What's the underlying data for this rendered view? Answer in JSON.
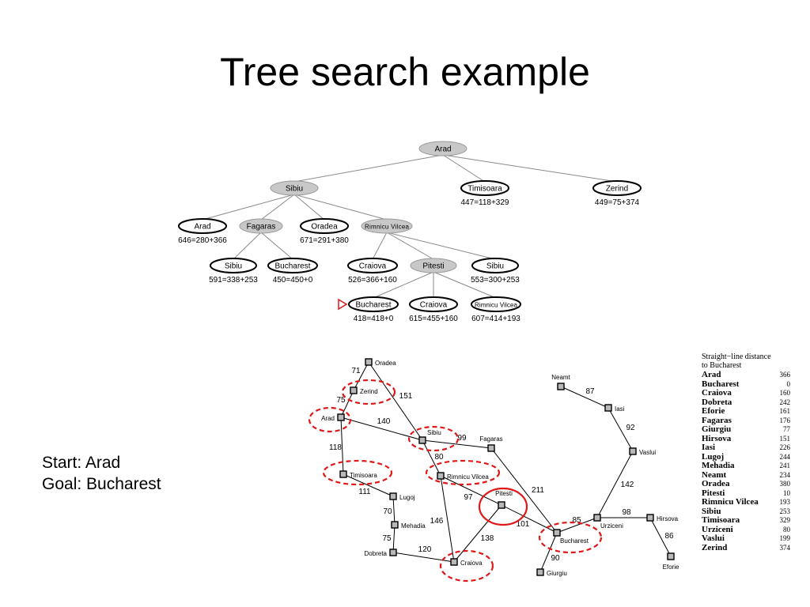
{
  "slide": {
    "title": "Tree search example",
    "start_label": "Start: Arad",
    "goal_label": "Goal: Bucharest"
  },
  "tree": {
    "nodes": [
      {
        "id": "t-arad",
        "label": "Arad",
        "expanded": true
      },
      {
        "id": "t-sibiu",
        "label": "Sibiu",
        "expanded": true
      },
      {
        "id": "t-timisoara",
        "label": "Timisoara",
        "expanded": false,
        "f": "447=118+329"
      },
      {
        "id": "t-zerind",
        "label": "Zerind",
        "expanded": false,
        "f": "449=75+374"
      },
      {
        "id": "t-arad2",
        "label": "Arad",
        "expanded": false,
        "f": "646=280+366"
      },
      {
        "id": "t-fagaras",
        "label": "Fagaras",
        "expanded": true
      },
      {
        "id": "t-oradea",
        "label": "Oradea",
        "expanded": false,
        "f": "671=291+380"
      },
      {
        "id": "t-rimnicu",
        "label": "Rimnicu Vilcea",
        "expanded": true
      },
      {
        "id": "t-sibiu2",
        "label": "Sibiu",
        "expanded": false,
        "f": "591=338+253"
      },
      {
        "id": "t-bucharest1",
        "label": "Bucharest",
        "expanded": false,
        "f": "450=450+0"
      },
      {
        "id": "t-craiova1",
        "label": "Craiova",
        "expanded": false,
        "f": "526=366+160"
      },
      {
        "id": "t-pitesti",
        "label": "Pitesti",
        "expanded": true
      },
      {
        "id": "t-sibiu3",
        "label": "Sibiu",
        "expanded": false,
        "f": "553=300+253"
      },
      {
        "id": "t-bucharest2",
        "label": "Bucharest",
        "expanded": false,
        "f": "418=418+0",
        "marked": true
      },
      {
        "id": "t-craiova2",
        "label": "Craiova",
        "expanded": false,
        "f": "615=455+160"
      },
      {
        "id": "t-rimnicu2",
        "label": "Rimnicu Vilcea",
        "expanded": false,
        "f": "607=414+193"
      }
    ],
    "edges": [
      [
        "t-arad",
        "t-sibiu"
      ],
      [
        "t-arad",
        "t-timisoara"
      ],
      [
        "t-arad",
        "t-zerind"
      ],
      [
        "t-sibiu",
        "t-arad2"
      ],
      [
        "t-sibiu",
        "t-fagaras"
      ],
      [
        "t-sibiu",
        "t-oradea"
      ],
      [
        "t-sibiu",
        "t-rimnicu"
      ],
      [
        "t-fagaras",
        "t-sibiu2"
      ],
      [
        "t-fagaras",
        "t-bucharest1"
      ],
      [
        "t-rimnicu",
        "t-craiova1"
      ],
      [
        "t-rimnicu",
        "t-pitesti"
      ],
      [
        "t-rimnicu",
        "t-sibiu3"
      ],
      [
        "t-pitesti",
        "t-bucharest2"
      ],
      [
        "t-pitesti",
        "t-craiova2"
      ],
      [
        "t-pitesti",
        "t-rimnicu2"
      ]
    ]
  },
  "map": {
    "cities": [
      {
        "id": "m-oradea",
        "label": "Oradea"
      },
      {
        "id": "m-zerind",
        "label": "Zerind",
        "circled": "dashed"
      },
      {
        "id": "m-arad",
        "label": "Arad",
        "circled": "dashed"
      },
      {
        "id": "m-sibiu",
        "label": "Sibiu",
        "circled": "dashed"
      },
      {
        "id": "m-fagaras",
        "label": "Fagaras"
      },
      {
        "id": "m-timisoara",
        "label": "Timisoara",
        "circled": "dashed"
      },
      {
        "id": "m-rimnicu",
        "label": "Rimnicu Vilcea",
        "circled": "dashed"
      },
      {
        "id": "m-lugoj",
        "label": "Lugoj"
      },
      {
        "id": "m-pitesti",
        "label": "Pitesti",
        "circled": "solid"
      },
      {
        "id": "m-mehadia",
        "label": "Mehadia"
      },
      {
        "id": "m-dobreta",
        "label": "Dobreta"
      },
      {
        "id": "m-craiova",
        "label": "Craiova",
        "circled": "dashed"
      },
      {
        "id": "m-bucharest",
        "label": "Bucharest",
        "circled": "dashed"
      },
      {
        "id": "m-giurgiu",
        "label": "Giurgiu"
      },
      {
        "id": "m-urziceni",
        "label": "Urziceni"
      },
      {
        "id": "m-hirsova",
        "label": "Hirsova"
      },
      {
        "id": "m-eforie",
        "label": "Eforie"
      },
      {
        "id": "m-vaslui",
        "label": "Vaslui"
      },
      {
        "id": "m-iasi",
        "label": "Iasi"
      },
      {
        "id": "m-neamt",
        "label": "Neamt"
      }
    ],
    "roads": [
      {
        "a": "m-oradea",
        "b": "m-zerind",
        "d": "71"
      },
      {
        "a": "m-zerind",
        "b": "m-arad",
        "d": "75"
      },
      {
        "a": "m-oradea",
        "b": "m-sibiu",
        "d": "151"
      },
      {
        "a": "m-arad",
        "b": "m-sibiu",
        "d": "140"
      },
      {
        "a": "m-arad",
        "b": "m-timisoara",
        "d": "118"
      },
      {
        "a": "m-sibiu",
        "b": "m-fagaras",
        "d": "99"
      },
      {
        "a": "m-sibiu",
        "b": "m-rimnicu",
        "d": "80"
      },
      {
        "a": "m-timisoara",
        "b": "m-lugoj",
        "d": "111"
      },
      {
        "a": "m-lugoj",
        "b": "m-mehadia",
        "d": "70"
      },
      {
        "a": "m-mehadia",
        "b": "m-dobreta",
        "d": "75"
      },
      {
        "a": "m-dobreta",
        "b": "m-craiova",
        "d": "120"
      },
      {
        "a": "m-rimnicu",
        "b": "m-pitesti",
        "d": "97"
      },
      {
        "a": "m-rimnicu",
        "b": "m-craiova",
        "d": "146"
      },
      {
        "a": "m-craiova",
        "b": "m-pitesti",
        "d": "138"
      },
      {
        "a": "m-pitesti",
        "b": "m-bucharest",
        "d": "101"
      },
      {
        "a": "m-fagaras",
        "b": "m-bucharest",
        "d": "211"
      },
      {
        "a": "m-bucharest",
        "b": "m-giurgiu",
        "d": "90"
      },
      {
        "a": "m-bucharest",
        "b": "m-urziceni",
        "d": "85"
      },
      {
        "a": "m-urziceni",
        "b": "m-hirsova",
        "d": "98"
      },
      {
        "a": "m-hirsova",
        "b": "m-eforie",
        "d": "86"
      },
      {
        "a": "m-urziceni",
        "b": "m-vaslui",
        "d": "142"
      },
      {
        "a": "m-vaslui",
        "b": "m-iasi",
        "d": "92"
      },
      {
        "a": "m-iasi",
        "b": "m-neamt",
        "d": "87"
      }
    ]
  },
  "sld_table": {
    "header_line1": "Straight−line distance",
    "header_line2": "to Bucharest",
    "rows": [
      {
        "city": "Arad",
        "value": "366"
      },
      {
        "city": "Bucharest",
        "value": "0"
      },
      {
        "city": "Craiova",
        "value": "160"
      },
      {
        "city": "Dobreta",
        "value": "242"
      },
      {
        "city": "Eforie",
        "value": "161"
      },
      {
        "city": "Fagaras",
        "value": "176"
      },
      {
        "city": "Giurgiu",
        "value": "77"
      },
      {
        "city": "Hirsova",
        "value": "151"
      },
      {
        "city": "Iasi",
        "value": "226"
      },
      {
        "city": "Lugoj",
        "value": "244"
      },
      {
        "city": "Mehadia",
        "value": "241"
      },
      {
        "city": "Neamt",
        "value": "234"
      },
      {
        "city": "Oradea",
        "value": "380"
      },
      {
        "city": "Pitesti",
        "value": "10"
      },
      {
        "city": "Rimnicu Vilcea",
        "value": "193"
      },
      {
        "city": "Sibiu",
        "value": "253"
      },
      {
        "city": "Timisoara",
        "value": "329"
      },
      {
        "city": "Urziceni",
        "value": "80"
      },
      {
        "city": "Vaslui",
        "value": "199"
      },
      {
        "city": "Zerind",
        "value": "374"
      }
    ]
  },
  "colors": {
    "expanded_fill": "#c8c8c8",
    "circle_red": "#e01818",
    "line": "#8a8a8a"
  }
}
